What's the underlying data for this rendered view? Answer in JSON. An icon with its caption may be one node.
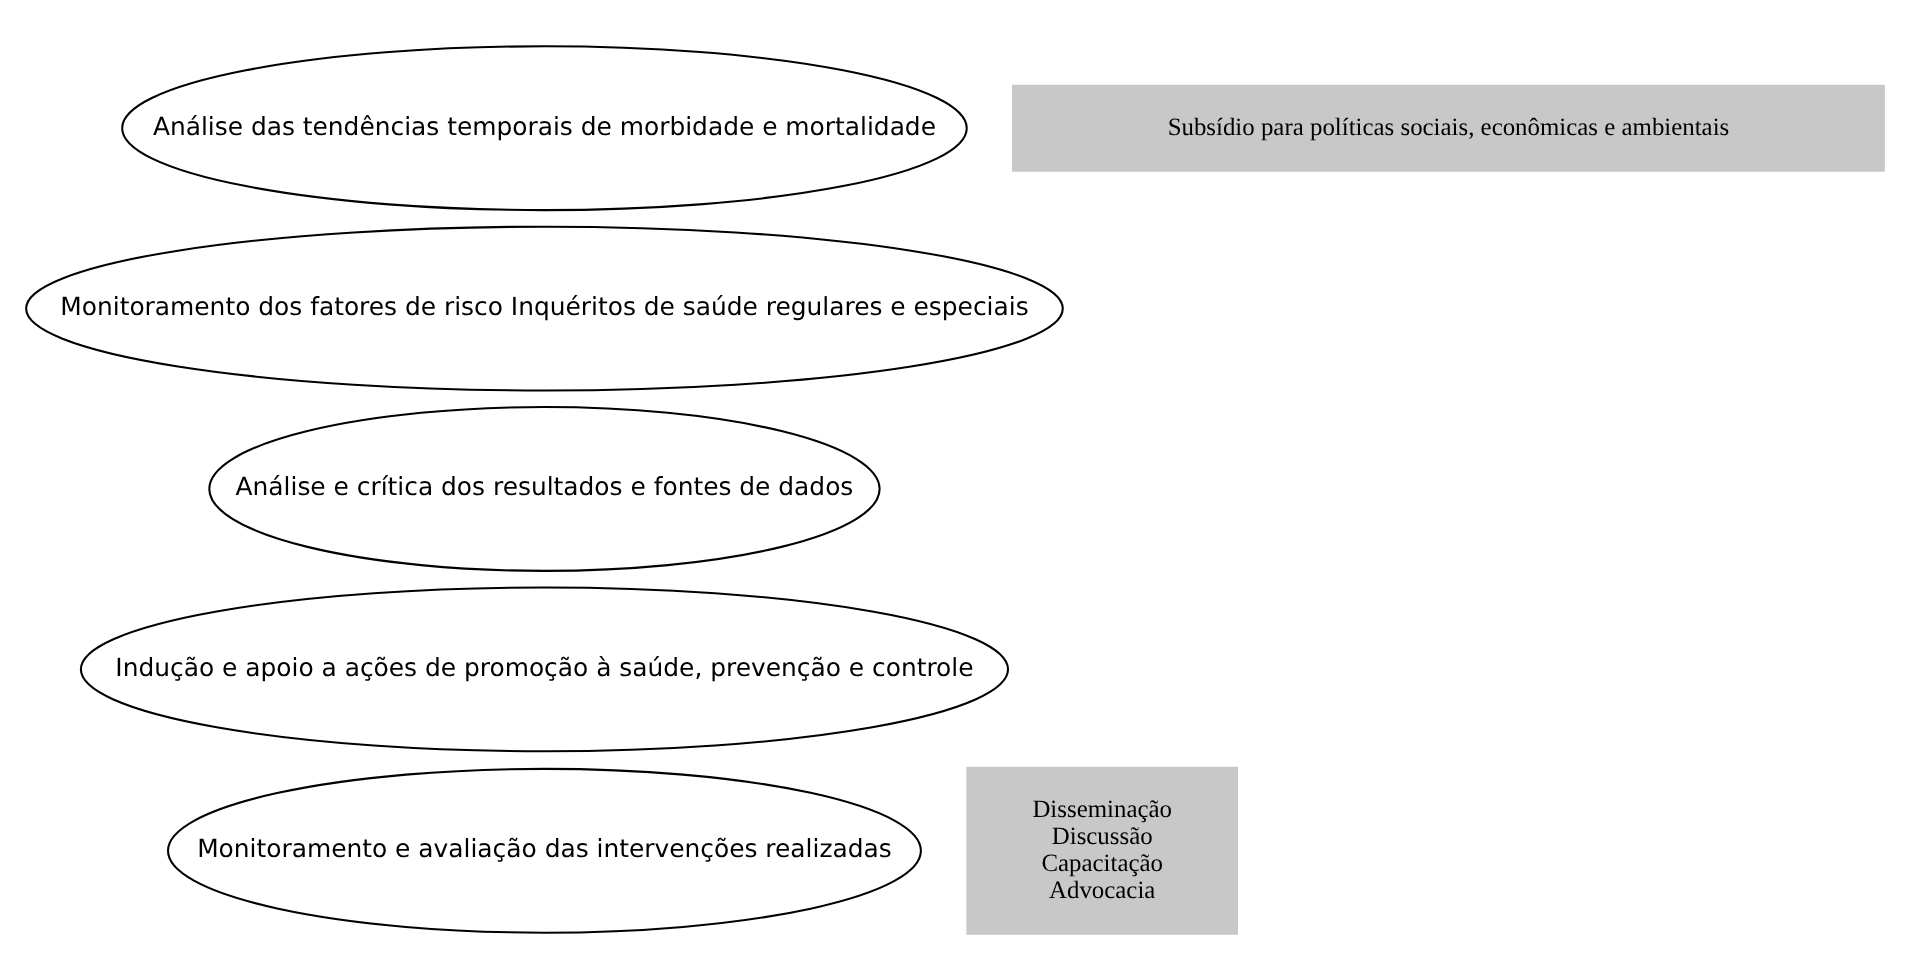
{
  "diagram": {
    "nodes": [
      {
        "text": [
          "Análise das tendências temporais de morbidade e mortalidade"
        ]
      },
      {
        "text": [
          "Monitoramento dos fatores de risco Inquéritos de saúde regulares e especiais"
        ]
      },
      {
        "text": [
          "Análise e crítica dos resultados e fontes de dados"
        ]
      },
      {
        "text": [
          "Indução e apoio a ações de promoção à saúde, prevenção e controle"
        ]
      },
      {
        "text": [
          "Monitoramento e avaliação das intervenções realizadas"
        ]
      },
      {
        "text": [
          "Subsídio para políticas sociais, econômicas e ambientais"
        ]
      },
      {
        "text": [
          "Disseminação",
          "Discussão",
          "Capacitação",
          "Advocacia"
        ]
      }
    ],
    "edges": []
  }
}
